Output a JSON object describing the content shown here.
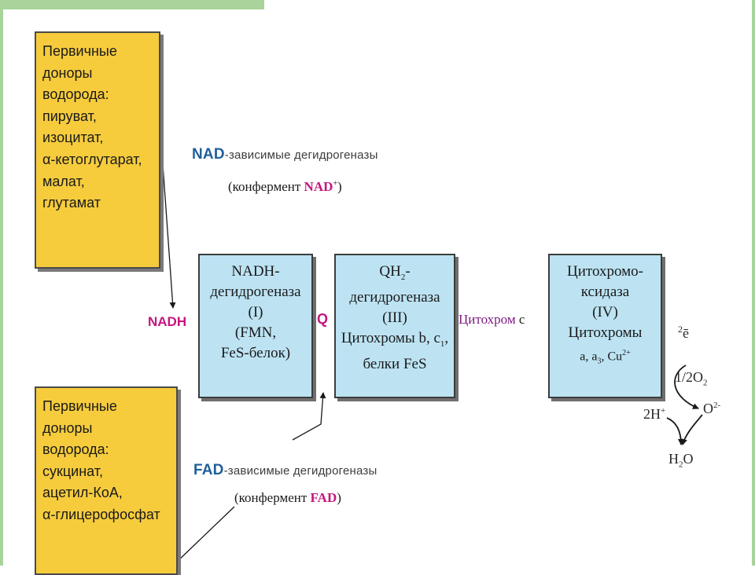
{
  "donors_top": {
    "lines": [
      "Первичные",
      "доноры",
      "водорода:",
      "пируват,",
      "изоцитат,",
      "α-кетоглутарат,",
      "малат,",
      "глутамат"
    ]
  },
  "donors_bottom": {
    "lines": [
      "Первичные",
      "доноры",
      "водорода:",
      "сукцинат,",
      "ацетил-КоА,",
      "α-глицерофосфат"
    ]
  },
  "nad_dehydrogenases": {
    "prefix": "NAD",
    "rest": "-зависимые дегидрогеназы"
  },
  "nad_coenzyme": {
    "open": "(конфермент ",
    "name": "NAD",
    "sup": "+",
    "close": ")"
  },
  "fad_dehydrogenases": {
    "prefix": "FAD",
    "rest": "-зависимые дегидрогеназы"
  },
  "fad_coenzyme": {
    "open": "(конфермент ",
    "name": "FAD",
    "close": ")"
  },
  "nadh_label": "NADH",
  "q_label": "Q",
  "cytochrome_c_label": {
    "name": "Цитохром",
    "suffix": " c"
  },
  "complex_1": {
    "lines": [
      "NADH-",
      "дегидрогеназа",
      "(I)",
      "(FMN,",
      "FeS-белок)"
    ]
  },
  "complex_3": {
    "line1": {
      "text": "QH",
      "sub": "2",
      "tail": "-"
    },
    "line2": "дегидрогеназа",
    "line3": "(III)",
    "line4": {
      "text": "Цитохромы b, c",
      "sub": "1",
      "tail": ","
    },
    "line5": "белки FeS"
  },
  "complex_4": {
    "lines": [
      "Цитохромо-",
      "ксидаза",
      "(IV)",
      "Цитохромы"
    ],
    "line5": {
      "a": "a, a",
      "sub": "3",
      "mid": ", Cu",
      "sup": "2+"
    }
  },
  "oxygen_side": {
    "electrons": {
      "num": "2",
      "sym": "ē"
    },
    "half_o2": {
      "text": "1/2O",
      "sub": "2"
    },
    "protons": {
      "text": "2H",
      "sup": "+"
    },
    "oxide": {
      "text": "O",
      "sup": "2-"
    },
    "water": {
      "a": "H",
      "sub": "2",
      "b": "O"
    }
  },
  "colors": {
    "donor_box": "#f6cc3d",
    "complex_box": "#bde3f3",
    "magenta": "#c5157f",
    "blue_prefix": "#1f5f9c",
    "purple": "#7b1c83",
    "frame_green": "#a9d39a"
  }
}
